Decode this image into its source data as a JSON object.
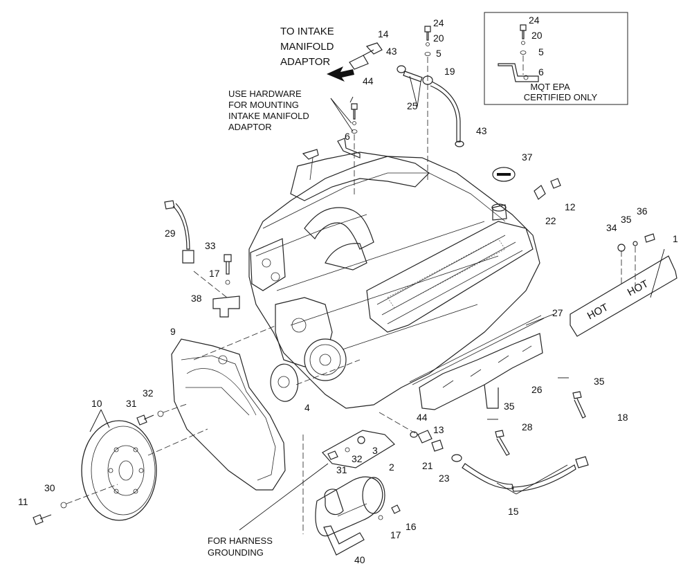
{
  "notes": {
    "intake_1": "TO INTAKE",
    "intake_2": "MANIFOLD",
    "intake_3": "ADAPTOR",
    "hardware_1": "USE HARDWARE",
    "hardware_2": "FOR MOUNTING",
    "hardware_3": "INTAKE MANIFOLD",
    "hardware_4": "ADAPTOR",
    "epa_1": "MQT EPA",
    "epa_2": "CERTIFIED ONLY",
    "harness_1": "FOR HARNESS",
    "harness_2": "GROUNDING",
    "hot_1": "HOT",
    "hot_2": "HOT"
  },
  "callouts": [
    "24",
    "20",
    "5",
    "6",
    "14",
    "44",
    "43",
    "25",
    "19",
    "24",
    "20",
    "5",
    "43",
    "6",
    "37",
    "12",
    "22",
    "29",
    "33",
    "17",
    "38",
    "34",
    "35",
    "36",
    "1",
    "27",
    "9",
    "4",
    "26",
    "35",
    "18",
    "35",
    "28",
    "10",
    "31",
    "32",
    "44",
    "13",
    "3",
    "32",
    "31",
    "21",
    "23",
    "2",
    "30",
    "11",
    "15",
    "16",
    "17",
    "40"
  ],
  "colors": {
    "ink": "#111111",
    "paper": "#ffffff"
  }
}
